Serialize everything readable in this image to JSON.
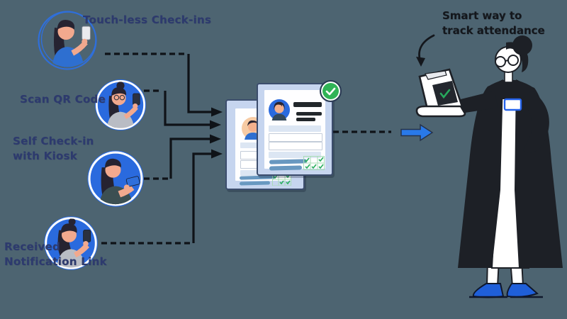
{
  "diagram_title": "attendance check-in flow",
  "methods": [
    {
      "id": "touchless",
      "line1": "Touch-less Check-ins",
      "line2": "",
      "icon": "person-holding-phone-illustration",
      "circle_style": "outline"
    },
    {
      "id": "scan-qr",
      "line1": "Scan QR Code",
      "line2": "",
      "icon": "person-scanning-qr-illustration",
      "circle_style": "filled"
    },
    {
      "id": "kiosk",
      "line1": "Self Check-in",
      "line2": "with Kiosk",
      "icon": "person-using-kiosk-phone-illustration",
      "circle_style": "filled"
    },
    {
      "id": "notification",
      "line1": "Received",
      "line2": "Notification Link",
      "icon": "person-reading-notification-illustration",
      "circle_style": "filled"
    }
  ],
  "cards": {
    "back_card": {
      "avatar": "man-avatar",
      "fields": 2,
      "check_grid": {
        "rows": 2,
        "cols": 3
      }
    },
    "front_card": {
      "avatar": "woman-avatar",
      "fields": 2,
      "check_grid": {
        "rows": 2,
        "cols": 4
      },
      "badge": "green-check-badge"
    }
  },
  "annotation": {
    "line1": "Smart way to",
    "line2": "track attendance"
  },
  "illustrations": [
    "green-check-badge",
    "blue-arrow-icon",
    "curved-arrow-icon",
    "laptop-with-check-icon",
    "woman-with-laptop-illustration"
  ],
  "colors": {
    "background": "#4d6471",
    "label_text": "#2d3a6e",
    "annotation_text": "#14171c",
    "circle_blue": "#2a6ade",
    "card_outer": "#c6d5ef",
    "card_inner": "#fefeff",
    "panel_fill": "#dce6f3",
    "dark_bar": "#22272b",
    "hand_line_blue": "#6898c0",
    "check_green": "#2eb061",
    "badge_green": "#30b356",
    "connector_black": "#0f1318",
    "arrow_blue": "#2979e8",
    "heel_blue": "#1f5fd9"
  }
}
